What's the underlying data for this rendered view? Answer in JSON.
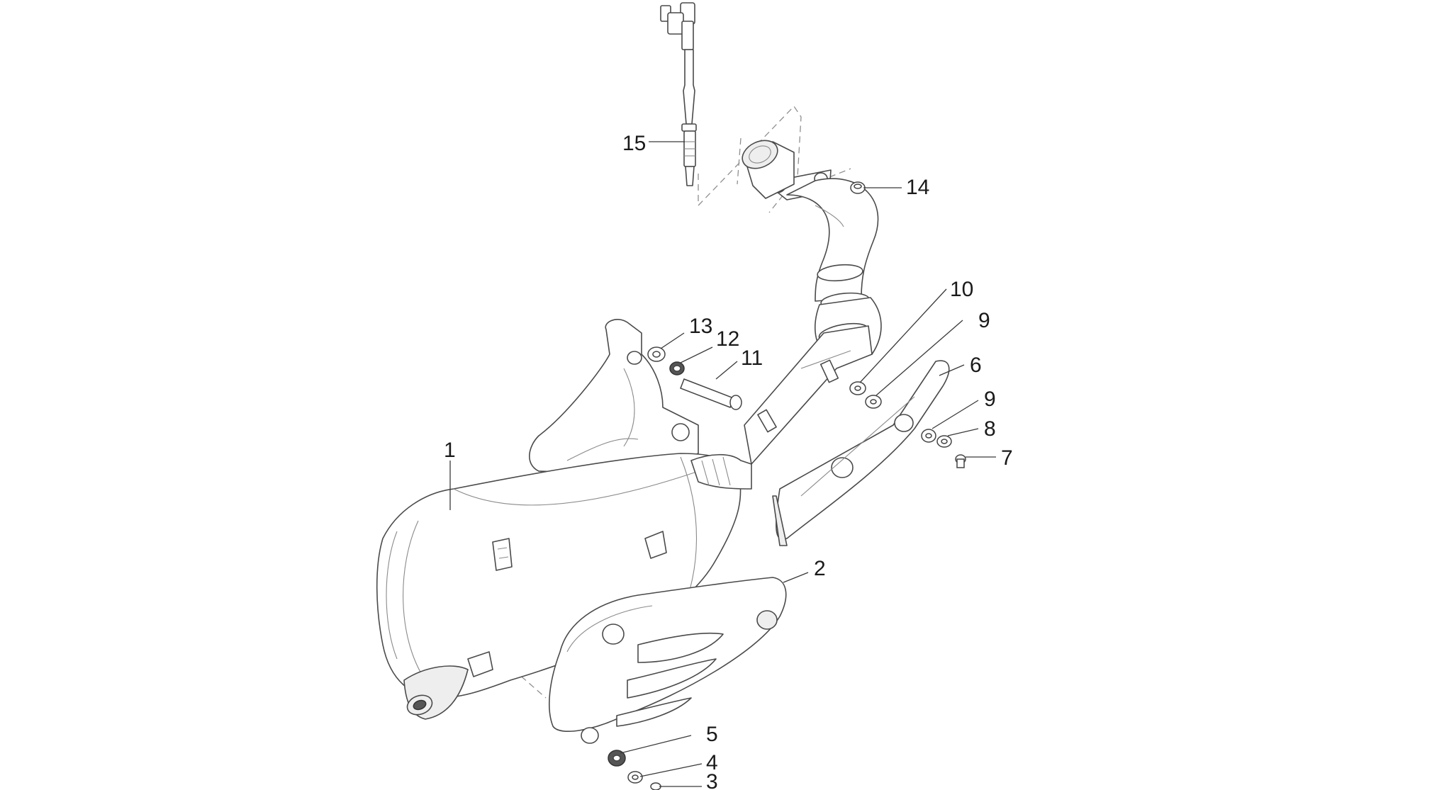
{
  "callouts": [
    {
      "id": "1",
      "label": "1"
    },
    {
      "id": "2",
      "label": "2"
    },
    {
      "id": "3",
      "label": "3"
    },
    {
      "id": "4",
      "label": "4"
    },
    {
      "id": "5",
      "label": "5"
    },
    {
      "id": "6",
      "label": "6"
    },
    {
      "id": "7",
      "label": "7"
    },
    {
      "id": "8",
      "label": "8"
    },
    {
      "id": "9a",
      "label": "9"
    },
    {
      "id": "9b",
      "label": "9"
    },
    {
      "id": "10",
      "label": "10"
    },
    {
      "id": "11",
      "label": "11"
    },
    {
      "id": "12",
      "label": "12"
    },
    {
      "id": "13",
      "label": "13"
    },
    {
      "id": "14",
      "label": "14"
    },
    {
      "id": "15",
      "label": "15"
    }
  ]
}
